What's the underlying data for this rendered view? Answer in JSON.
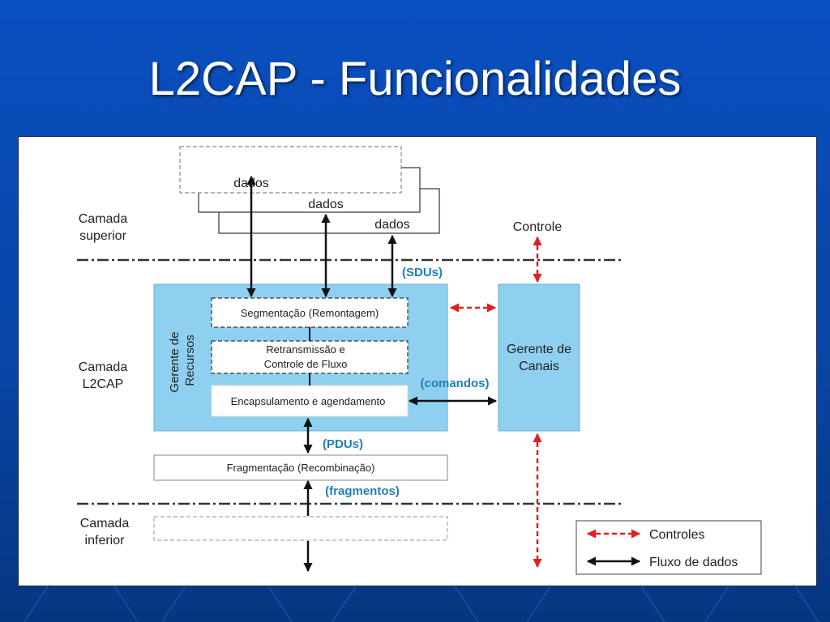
{
  "slide": {
    "title": "L2CAP - Funcionalidades"
  },
  "diagram": {
    "layers": {
      "upper": [
        "Camada",
        "superior"
      ],
      "l2cap": [
        "Camada",
        "L2CAP"
      ],
      "lower": [
        "Camada",
        "inferior"
      ]
    },
    "data_boxes": [
      "dados",
      "dados",
      "dados"
    ],
    "control_top": "Controle",
    "sdus": "(SDUs)",
    "resource_manager": [
      "Gerente de",
      "Recursos"
    ],
    "segmentation": "Segmentação (Remontagem)",
    "retransmission": [
      "Retransmissão e",
      "Controle de Fluxo"
    ],
    "encapsulation": "Encapsulamento e agendamento",
    "channel_manager": [
      "Gerente de",
      "Canais"
    ],
    "comandos": "(comandos)",
    "pdus": "(PDUs)",
    "fragmentation": "Fragmentação (Recombinação)",
    "fragmentos": "(fragmentos)",
    "legend": {
      "controls": "Controles",
      "data_flow": "Fluxo de dados"
    }
  },
  "colors": {
    "background": "#0a4fc0",
    "box_fill": "#8fd0f0",
    "control_arrow": "#e02020",
    "label_blue": "#1f7fb5"
  }
}
